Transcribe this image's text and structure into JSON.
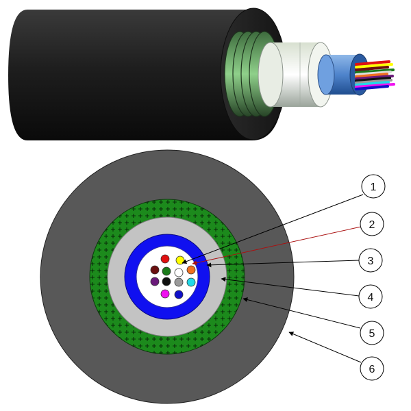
{
  "colors": {
    "jacket_3d": "#1f1f1f",
    "outer_jacket": "#585858",
    "armor_tape": "#1c8a1c",
    "inner_sheath": "#c3c3c3",
    "loose_tube": "#1010f0",
    "tube_gel": "#ffffff"
  },
  "fibers": [
    {
      "color": "#e01010"
    },
    {
      "color": "#ffff00"
    },
    {
      "color": "#6a1010"
    },
    {
      "color": "#1a7a1a"
    },
    {
      "color": "#ffffff"
    },
    {
      "color": "#f07020"
    },
    {
      "color": "#6a1a7a"
    },
    {
      "color": "#101010"
    },
    {
      "color": "#9a9a9a"
    },
    {
      "color": "#20d8e8"
    },
    {
      "color": "#f010f0"
    },
    {
      "color": "#1010c8"
    }
  ],
  "callouts": [
    {
      "label": "1",
      "line_color": "#000000"
    },
    {
      "label": "2",
      "line_color": "#aa1010"
    },
    {
      "label": "3",
      "line_color": "#000000"
    },
    {
      "label": "4",
      "line_color": "#000000"
    },
    {
      "label": "5",
      "line_color": "#000000"
    },
    {
      "label": "6",
      "line_color": "#000000"
    }
  ]
}
